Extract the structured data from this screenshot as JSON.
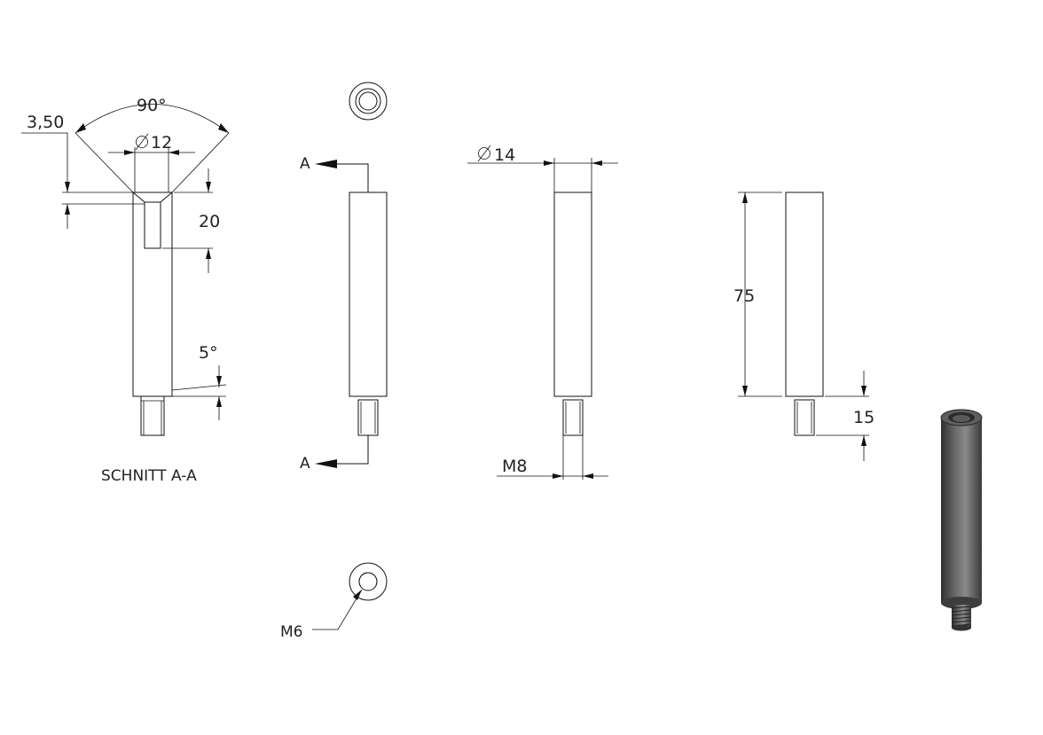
{
  "section_view": {
    "dim_width": "3,50",
    "dim_angle": "90°",
    "dim_diameter": "12",
    "dim_depth": "20",
    "dim_taper": "5°",
    "caption": "SCHNITT A-A"
  },
  "front_view": {
    "section_mark_top": "A",
    "section_mark_bottom": "A",
    "thread_label": "M6"
  },
  "side_view": {
    "dim_diameter": "14",
    "thread_label": "M8"
  },
  "dimension_view": {
    "dim_length": "75",
    "dim_thread_length": "15"
  },
  "colors": {
    "line": "#111111",
    "text": "#222222",
    "part_dark": "#4a4a4a"
  }
}
